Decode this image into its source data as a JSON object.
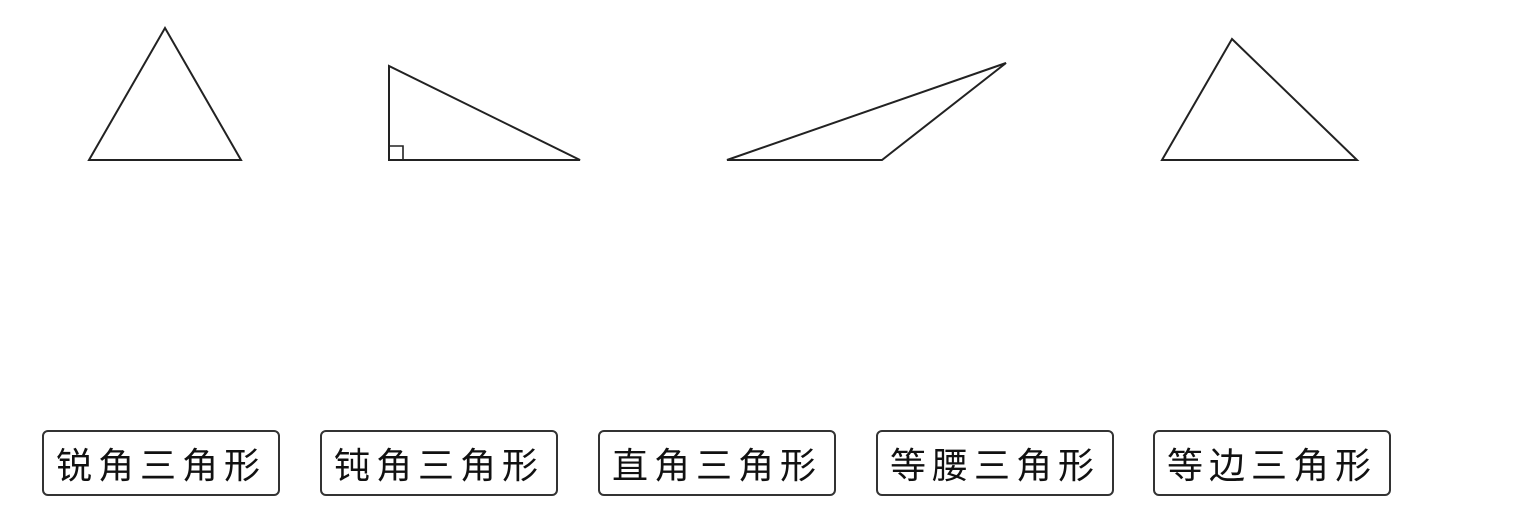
{
  "colors": {
    "line": "#222222",
    "border": "#333333",
    "text": "#111111",
    "background": "#ffffff"
  },
  "shapes": [
    {
      "name": "triangle-1",
      "kind": "equilateral-looking triangle"
    },
    {
      "name": "triangle-2",
      "kind": "right triangle with right-angle mark"
    },
    {
      "name": "triangle-3",
      "kind": "obtuse triangle"
    },
    {
      "name": "triangle-4",
      "kind": "scalene triangle"
    }
  ],
  "labels": [
    "锐角三角形",
    "钝角三角形",
    "直角三角形",
    "等腰三角形",
    "等边三角形"
  ]
}
